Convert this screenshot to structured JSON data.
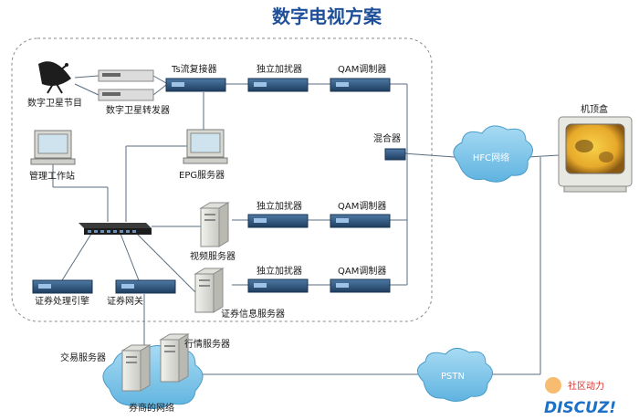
{
  "title": "数字电视方案",
  "colors": {
    "title": "#1e4f99",
    "line": "#5a6e80",
    "cloud": "#7fc6ea",
    "device": "#2a4f78",
    "text": "#1a1a1a",
    "watermark_blue": "#1d70c8",
    "watermark_red": "#d7322d"
  },
  "labels": {
    "satellite": "数字卫星节目",
    "sat_repeater": "数字卫星转发器",
    "ts_mux": "Ts流复接器",
    "scrambler_1": "独立加扰器",
    "qam_1": "QAM调制器",
    "scrambler_2": "独立加扰器",
    "qam_2": "QAM调制器",
    "scrambler_3": "独立加扰器",
    "qam_3": "QAM调制器",
    "mgmt_ws": "管理工作站",
    "epg_server": "EPG服务器",
    "video_server": "视频服务器",
    "sec_engine": "证券处理引擎",
    "sec_gateway": "证券网关",
    "sec_info_server": "证券信息服务器",
    "mixer": "混合器",
    "hfc": "HFC网络",
    "stb": "机顶盒",
    "pstn": "PSTN",
    "trade_server": "交易服务器",
    "quote_server": "行情服务器",
    "broker_net": "券商的网络"
  },
  "watermark": {
    "top": "社区动力",
    "bottom": "DISCUZ!"
  },
  "icons": [
    "satellite-dish-icon",
    "rack-device-icon",
    "computer-monitor-icon",
    "tower-server-icon",
    "network-switch-icon",
    "cloud-icon",
    "tv-icon"
  ]
}
